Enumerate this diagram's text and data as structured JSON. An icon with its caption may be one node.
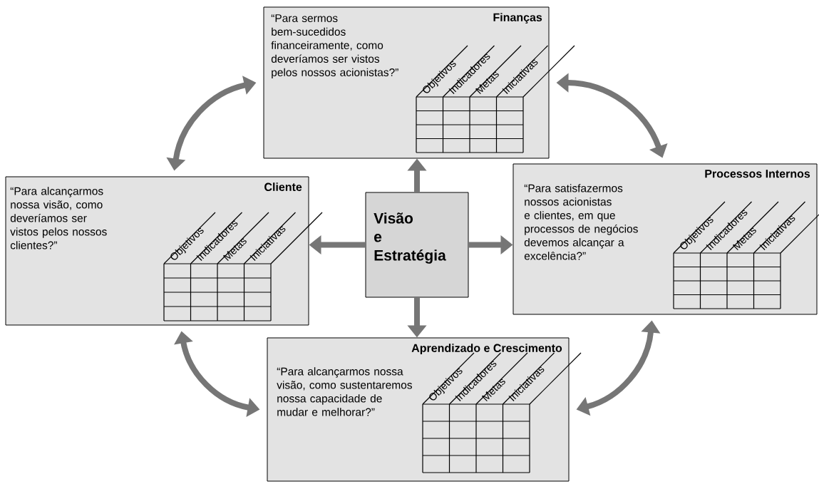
{
  "diagram": {
    "nodes": [
      {
        "text": [
          "Finanças",
          "“Para sermos bem-sucedidos financeiramente, como deveríamos ser vistos pelos nossos acionistas?”",
          "Objetivos",
          "Indicadores",
          "Metas",
          "Iniciativas"
        ]
      },
      {
        "text": [
          "Cliente",
          "“Para alcançarmos nossa visão, como deveríamos ser vistos pelos nossos clientes?”",
          "Objetivos",
          "Indicadores",
          "Metas",
          "Iniciativas"
        ]
      },
      {
        "text": [
          "Visão e Estratégia"
        ]
      },
      {
        "text": [
          "Processos Internos",
          "“Para satisfazermos nossos acionistas e clientes, em que processos de negócios devemos alcançar a excelência?”",
          "Objetivos",
          "Indicadores",
          "Metas",
          "Iniciativas"
        ]
      },
      {
        "text": [
          "Aprendizado e Crescimento",
          "“Para alcançarmos nossa visão, como sustentaremos nossa capacidade de mudar e melhorar?”",
          "Objetivos",
          "Indicadores",
          "Metas",
          "Iniciativas"
        ]
      }
    ],
    "edges": [
      {
        "from": 2,
        "to": 0,
        "arrow": "to"
      },
      {
        "from": 2,
        "to": 1,
        "arrow": "to"
      },
      {
        "from": 2,
        "to": 3,
        "arrow": "to"
      },
      {
        "from": 2,
        "to": 4,
        "arrow": "to"
      },
      {
        "from": 0,
        "to": 1,
        "arrow": "both"
      },
      {
        "from": 0,
        "to": 3,
        "arrow": "both"
      },
      {
        "from": 1,
        "to": 4,
        "arrow": "both"
      },
      {
        "from": 3,
        "to": 4,
        "arrow": "both"
      }
    ]
  }
}
